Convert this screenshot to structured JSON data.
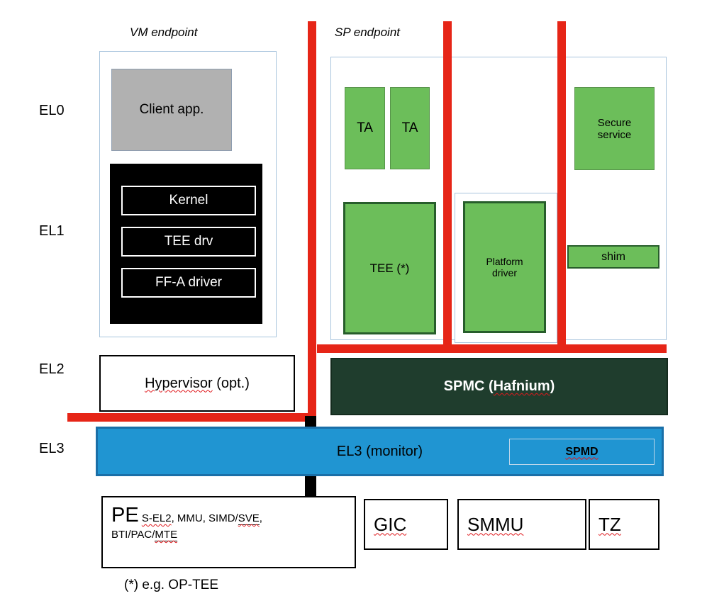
{
  "labels": {
    "vm_endpoint": "VM endpoint",
    "sp_endpoint": "SP endpoint",
    "footnote": "(*) e.g. OP-TEE"
  },
  "els": {
    "el0": "EL0",
    "el1": "EL1",
    "el2": "EL2",
    "el3": "EL3"
  },
  "vm": {
    "client_app": "Client app.",
    "kernel": "Kernel",
    "tee_drv": "TEE drv",
    "ffa_driver": "FF-A driver",
    "hypervisor_word": "Hypervisor",
    "hypervisor_rest": " (opt.)"
  },
  "sp": {
    "ta1": "TA",
    "ta2": "TA",
    "secure_service": "Secure\nservice",
    "tee": "TEE (*)",
    "platform_driver": "Platform\ndriver",
    "shim": "shim"
  },
  "spmc": {
    "pre": "SPMC (",
    "name": "Hafnium",
    "post": ")"
  },
  "el3bar": {
    "monitor": "EL3 (monitor)",
    "spmd": "SPMD"
  },
  "hw": {
    "pe": "PE",
    "f_sel2": "S-EL2",
    "f_mid": ", MMU, SIMD/",
    "f_sve": "SVE",
    "f_comma": ",",
    "f_line2pre": "BTI/PAC/",
    "f_mte": "MTE",
    "gic": "GIC",
    "smmu": "SMMU",
    "tz": "TZ"
  },
  "colors": {
    "green_fill": "#6cbe5a",
    "green_border": "#275d2b",
    "spmc_fill": "#1f3d2d",
    "blue_fill": "#2095d2",
    "red_line": "#e62517",
    "gray_fill": "#b1b1b1"
  }
}
